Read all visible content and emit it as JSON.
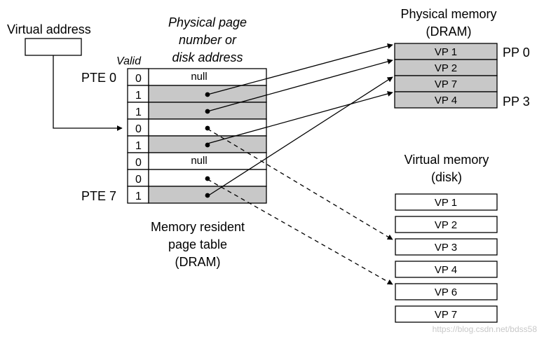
{
  "virtual_address_label": "Virtual address",
  "page_table": {
    "column_header_lines": [
      "Physical page",
      "number or",
      "disk address"
    ],
    "valid_header": "Valid",
    "pte_first_label": "PTE 0",
    "pte_last_label": "PTE 7",
    "rows": [
      {
        "valid": "0",
        "content": "null",
        "resident": false
      },
      {
        "valid": "1",
        "content": "",
        "resident": true
      },
      {
        "valid": "1",
        "content": "",
        "resident": true
      },
      {
        "valid": "0",
        "content": "",
        "resident": false
      },
      {
        "valid": "1",
        "content": "",
        "resident": true
      },
      {
        "valid": "0",
        "content": "null",
        "resident": false
      },
      {
        "valid": "0",
        "content": "",
        "resident": false
      },
      {
        "valid": "1",
        "content": "",
        "resident": true
      }
    ],
    "caption_lines": [
      "Memory resident",
      "page table",
      "(DRAM)"
    ]
  },
  "physical_memory": {
    "title_lines": [
      "Physical memory",
      "(DRAM)"
    ],
    "pages": [
      "VP 1",
      "VP 2",
      "VP 7",
      "VP 4"
    ],
    "pp_first_label": "PP 0",
    "pp_last_label": "PP 3"
  },
  "virtual_memory": {
    "title_lines": [
      "Virtual memory",
      "(disk)"
    ],
    "pages": [
      "VP 1",
      "VP 2",
      "VP 3",
      "VP 4",
      "VP 6",
      "VP 7"
    ]
  },
  "watermark": "https://blog.csdn.net/bdss58",
  "colors": {
    "resident_fill": "#c8c8c8",
    "line": "#000000"
  }
}
